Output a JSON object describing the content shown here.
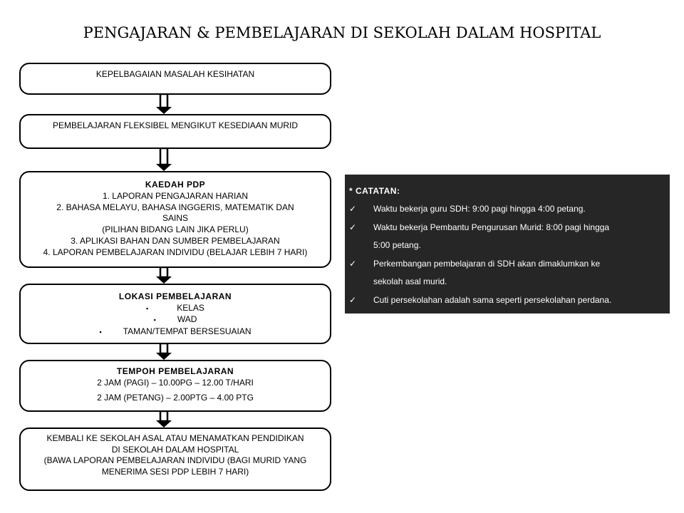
{
  "title": "PENGAJARAN & PEMBELAJARAN DI SEKOLAH DALAM HOSPITAL",
  "flow": {
    "box1": "KEPELBAGAIAN MASALAH KESIHATAN",
    "box2": "PEMBELAJARAN FLEKSIBEL MENGIKUT  KESEDIAAN MURID",
    "box3": {
      "heading": "KAEDAH PDP",
      "lines": [
        "1. LAPORAN PENGAJARAN HARIAN",
        "2. BAHASA MELAYU, BAHASA INGGERIS,  MATEMATIK  DAN",
        "SAINS",
        "(PILIHAN  BIDANG LAIN  JIKA PERLU)",
        "3. APLIKASI BAHAN  DAN SUMBER  PEMBELAJARAN",
        "4. LAPORAN  PEMBELAJARAN INDIVIDU  (BELAJAR LEBIH 7 HARI)"
      ]
    },
    "box4": {
      "heading": "LOKASI PEMBELAJARAN",
      "bullet": "▪",
      "items": [
        "KELAS",
        "WAD",
        "TAMAN/TEMPAT  BERSESUAIAN"
      ]
    },
    "box5": {
      "heading": "TEMPOH PEMBELAJARAN",
      "lines": [
        "2 JAM (PAGI)  – 10.00PG – 12.00  T/HARI",
        "2 JAM (PETANG)  – 2.00PTG – 4.00  PTG"
      ]
    },
    "box6": {
      "lines": [
        "KEMBALI KE SEKOLAH ASAL ATAU MENAMATKAN  PENDIDIKAN",
        "DI SEKOLAH DALAM HOSPITAL",
        "(BAWA LAPORAN  PEMBELAJARAN INDIVIDU  (BAGI MURID  YANG",
        "MENERIMA SESI PDP LEBIH 7 HARI)"
      ]
    }
  },
  "notes": {
    "heading": "* CATATAN:",
    "check": "✓",
    "items": [
      "Waktu bekerja guru SDH:  9:00 pagi hingga 4:00 petang.",
      "Waktu bekerja Pembantu Pengurusan Murid: 8:00 pagi hingga",
      "5:00 petang.",
      "Perkembangan pembelajaran  di SDH  akan  dimaklumkan  ke",
      "sekolah asal  murid.",
      "Cuti persekolahan adalah  sama  seperti persekolahan  perdana."
    ],
    "checked": [
      true,
      true,
      false,
      true,
      false,
      true
    ],
    "background": "#262626"
  }
}
